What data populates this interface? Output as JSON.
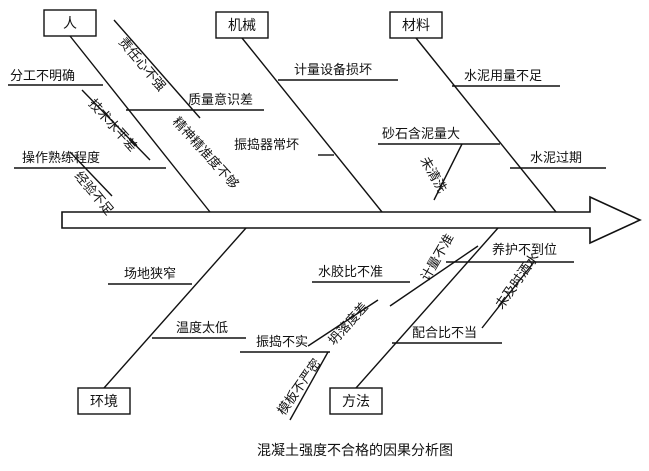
{
  "categories": {
    "people": "人",
    "machine": "机械",
    "material": "材料",
    "environment": "环境",
    "method": "方法"
  },
  "causes": {
    "people": {
      "division_unclear": "分工不明确",
      "responsibility_weak": "责任心不强",
      "quality_awareness_poor": "质量意识差",
      "skill_poor": "技术水平差",
      "precision_insufficient": "精神精准度不够",
      "operation_proficiency": "操作熟练程度",
      "experience_lacking": "经验不足"
    },
    "machine": {
      "metering_damaged": "计量设备损坏",
      "vibrator_faulty": "振捣器常坏"
    },
    "material": {
      "cement_insufficient": "水泥用量不足",
      "aggregate_mud": "砂石含泥量大",
      "not_washed": "未清洗",
      "cement_expired": "水泥过期"
    },
    "environment": {
      "site_narrow": "场地狭窄",
      "temperature_low": "温度太低"
    },
    "method": {
      "wc_ratio_inaccurate": "水胶比不准",
      "metering_inaccurate": "计量不准",
      "curing_inadequate": "养护不到位",
      "not_watered": "未及时洒水",
      "slump_poor": "坍落度差",
      "vibration_insufficient": "振捣不实",
      "formwork_not_tight": "模板不严密",
      "mix_ratio_improper": "配合比不当"
    }
  },
  "caption": "混凝土强度不合格的因果分析图"
}
